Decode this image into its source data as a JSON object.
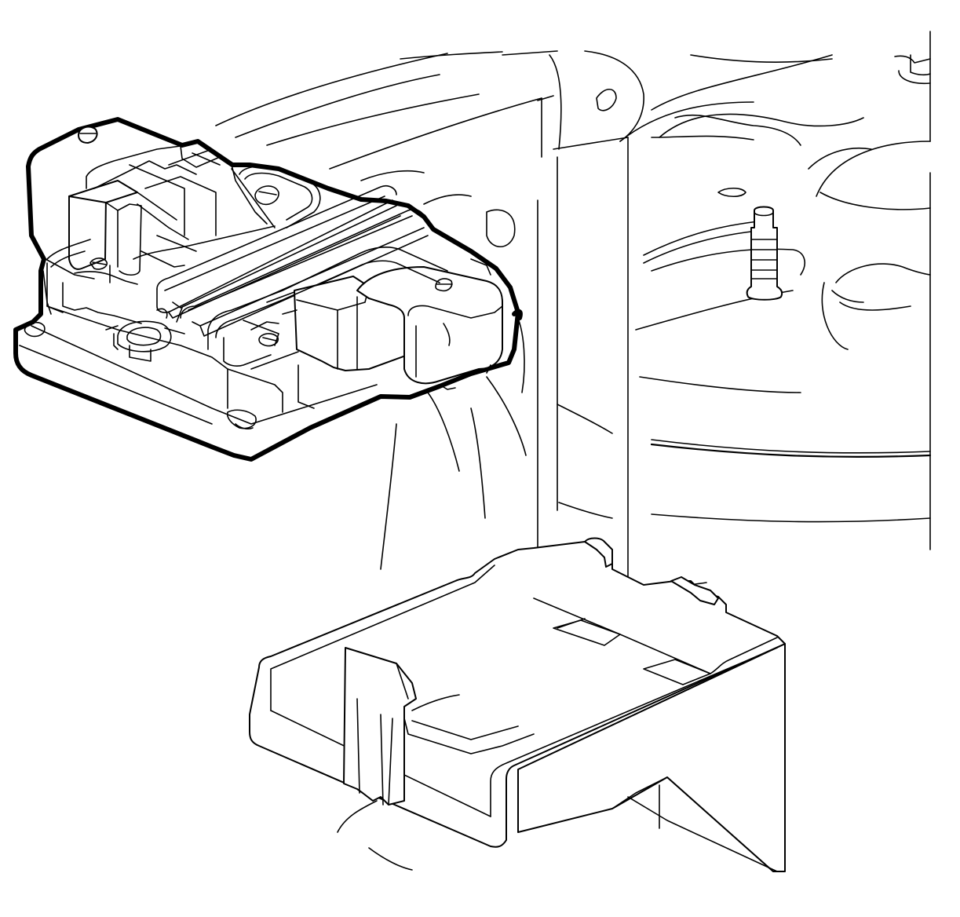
{
  "diagram": {
    "style": "line-art",
    "stroke_color": "#000000",
    "background_color": "#ffffff",
    "parts": [
      {
        "name": "control-module",
        "highlighted": true
      },
      {
        "name": "module-connector-left"
      },
      {
        "name": "module-connector-right"
      },
      {
        "name": "mounting-bracket"
      },
      {
        "name": "mounting-stud"
      },
      {
        "name": "background-housing"
      }
    ]
  }
}
